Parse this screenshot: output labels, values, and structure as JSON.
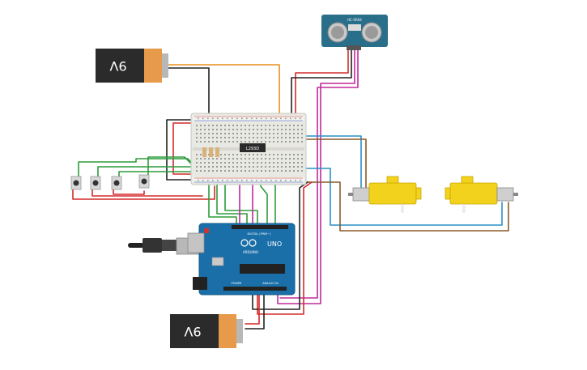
{
  "components": {
    "battery_top": {
      "label": "9V"
    },
    "battery_bottom": {
      "label": "9V"
    },
    "ultrasonic_sensor": {
      "label": "HC-SR04"
    },
    "arduino": {
      "model": "UNO",
      "brand": "ARDUINO",
      "digital_label": "DIGITAL (PWM~)",
      "power_label": "POWER",
      "analog_label": "ANALOG IN"
    },
    "motor_driver": {
      "label": "L293D"
    },
    "buttons": {
      "count": 4
    },
    "motors": {
      "count": 2
    }
  },
  "colors": {
    "wire_red": "#d42a2a",
    "wire_black": "#222222",
    "wire_green": "#2c9c3a",
    "wire_orange": "#e8901e",
    "wire_blue": "#2a8fc4",
    "wire_brown": "#8a5a2a",
    "wire_magenta": "#c02a9c",
    "arduino_blue": "#1a6fa8",
    "motor_yellow": "#f2d21c",
    "sensor_blue": "#2a6f8a",
    "battery_black": "#2b2b2b",
    "battery_copper": "#e69a4a"
  }
}
